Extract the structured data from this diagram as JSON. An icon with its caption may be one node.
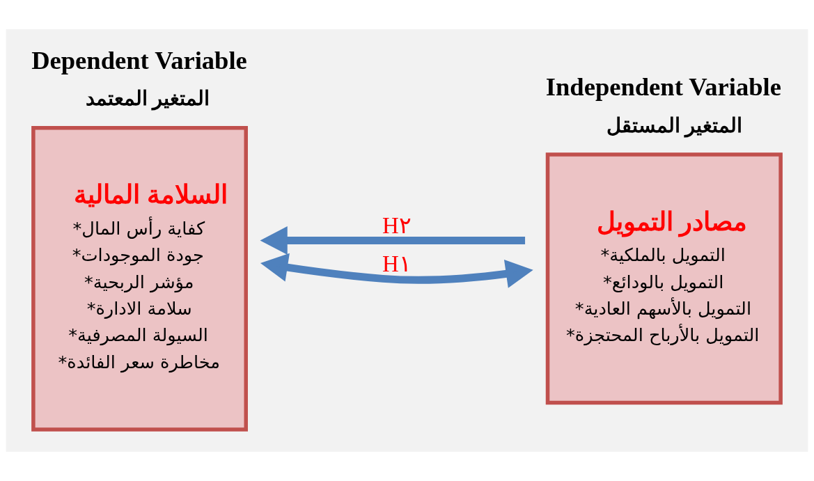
{
  "diagram": {
    "nodes": [
      {
        "text": [
          "Dependent Variable",
          "المتغير المعتمد",
          "السلامة المالية",
          "*كفاية رأس المال",
          "*جودة الموجودات",
          "*مؤشر الربحية",
          "*سلامة الادارة",
          "*السيولة المصرفية",
          "*مخاطرة سعر الفائدة"
        ]
      },
      {
        "text": [
          "Independent Variable",
          "المتغير المستقل",
          "مصادر التمويل",
          "*التمويل بالملكية",
          "*التمويل بالودائع",
          "*التمويل بالأسهم العادية",
          "*التمويل بالأرباح المحتجزة"
        ]
      }
    ],
    "edges": [
      {
        "from": 1,
        "to": 0,
        "arrow": "to",
        "label": "H٢"
      },
      {
        "from": 0,
        "to": 1,
        "arrow": "both",
        "label": "H١"
      }
    ]
  }
}
